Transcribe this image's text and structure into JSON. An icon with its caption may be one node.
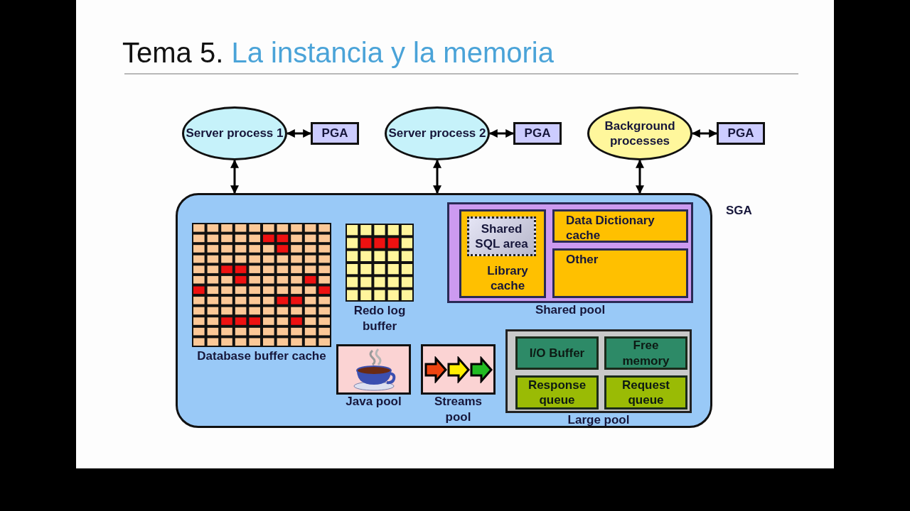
{
  "diagram": {
    "title": "Tema 5. La instancia y la memoria",
    "nodes": [
      {
        "text": [
          "Server process 1"
        ]
      },
      {
        "text": [
          "PGA"
        ]
      },
      {
        "text": [
          "Server process 2"
        ]
      },
      {
        "text": [
          "PGA"
        ]
      },
      {
        "text": [
          "Background processes"
        ]
      },
      {
        "text": [
          "PGA"
        ]
      },
      {
        "text": [
          "SGA"
        ]
      },
      {
        "text": [
          "Database buffer cache"
        ],
        "in": 6
      },
      {
        "text": [
          "Redo log buffer"
        ],
        "in": 6
      },
      {
        "text": [
          "Shared pool"
        ],
        "in": 6
      },
      {
        "text": [
          "Library cache"
        ],
        "in": 9
      },
      {
        "text": [
          "Shared SQL area"
        ],
        "in": 10
      },
      {
        "text": [
          "Data Dictionary cache"
        ],
        "in": 9
      },
      {
        "text": [
          "Other"
        ],
        "in": 9
      },
      {
        "text": [
          "Java pool"
        ],
        "in": 6
      },
      {
        "text": [
          "Streams pool"
        ],
        "in": 6
      },
      {
        "text": [
          "Large pool"
        ],
        "in": 6
      },
      {
        "text": [
          "I/O Buffer"
        ],
        "in": 16
      },
      {
        "text": [
          "Free memory"
        ],
        "in": 16
      },
      {
        "text": [
          "Response queue"
        ],
        "in": 16
      },
      {
        "text": [
          "Request queue"
        ],
        "in": 16
      }
    ],
    "edges": [
      {
        "from": 0,
        "to": 1,
        "arrow": "both"
      },
      {
        "from": 2,
        "to": 3,
        "arrow": "both"
      },
      {
        "from": 4,
        "to": 5,
        "arrow": "both"
      },
      {
        "from": 0,
        "to": 6,
        "arrow": "both"
      },
      {
        "from": 2,
        "to": 6,
        "arrow": "both"
      },
      {
        "from": 4,
        "to": 6,
        "arrow": "both"
      }
    ]
  }
}
